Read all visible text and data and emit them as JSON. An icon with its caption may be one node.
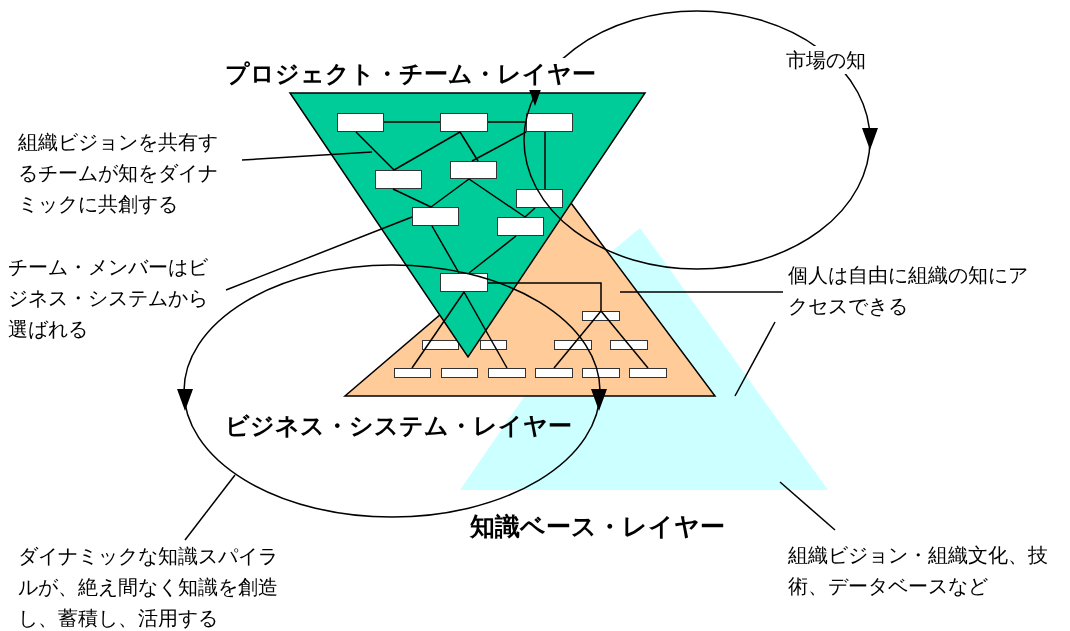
{
  "diagram": {
    "nodes": [
      {
        "text": [
          "プロジェクト・チーム・レイヤー"
        ]
      },
      {
        "text": [],
        "shape": "box",
        "in": 0
      },
      {
        "text": [],
        "shape": "box",
        "in": 0
      },
      {
        "text": [],
        "shape": "box",
        "in": 0
      },
      {
        "text": [],
        "shape": "box",
        "in": 0
      },
      {
        "text": [],
        "shape": "box",
        "in": 0
      },
      {
        "text": [],
        "shape": "box",
        "in": 0
      },
      {
        "text": [],
        "shape": "box",
        "in": 0
      },
      {
        "text": [],
        "shape": "box",
        "in": 0
      },
      {
        "text": [],
        "shape": "box",
        "in": 0
      },
      {
        "text": [
          "ビジネス・システム・レイヤー"
        ]
      },
      {
        "text": [],
        "shape": "box",
        "in": 10
      },
      {
        "text": [],
        "shape": "box",
        "in": 10
      },
      {
        "text": [],
        "shape": "box",
        "in": 10
      },
      {
        "text": [],
        "shape": "box",
        "in": 10
      },
      {
        "text": [],
        "shape": "box",
        "in": 10
      },
      {
        "text": [],
        "shape": "box",
        "in": 10
      },
      {
        "text": [],
        "shape": "box",
        "in": 10
      },
      {
        "text": [],
        "shape": "box",
        "in": 10
      },
      {
        "text": [],
        "shape": "box",
        "in": 10
      },
      {
        "text": [],
        "shape": "box",
        "in": 10
      },
      {
        "text": [],
        "shape": "box",
        "in": 10
      },
      {
        "text": [
          "知識ベース・レイヤー"
        ]
      },
      {
        "text": [
          "組織ビジョンを共有するチームが知をダイナミックに共創する"
        ]
      },
      {
        "text": [
          "チーム・メンバーはビジネス・システムから選ばれる"
        ]
      },
      {
        "text": [
          "個人は自由に組織の知にアクセスできる"
        ]
      },
      {
        "text": [
          "ダイナミックな知識スパイラルが、絶え間なく知識を創造し、蓄積し、活用する"
        ]
      },
      {
        "text": [
          "組織ビジョン・組織文化、技術、データベースなど"
        ]
      }
    ],
    "edges": [
      {
        "from": 1,
        "to": 2,
        "arrow": "none"
      },
      {
        "from": 2,
        "to": 3,
        "arrow": "none"
      },
      {
        "from": 1,
        "to": 5,
        "arrow": "none"
      },
      {
        "from": 2,
        "to": 5,
        "arrow": "none"
      },
      {
        "from": 2,
        "to": 4,
        "arrow": "none"
      },
      {
        "from": 4,
        "to": 3,
        "arrow": "none"
      },
      {
        "from": 3,
        "to": 6,
        "arrow": "none"
      },
      {
        "from": 5,
        "to": 7,
        "arrow": "none"
      },
      {
        "from": 4,
        "to": 7,
        "arrow": "none"
      },
      {
        "from": 4,
        "to": 8,
        "arrow": "none"
      },
      {
        "from": 6,
        "to": 8,
        "arrow": "none"
      },
      {
        "from": 7,
        "to": 9,
        "arrow": "none"
      },
      {
        "from": 8,
        "to": 9,
        "arrow": "none"
      },
      {
        "from": 9,
        "to": 11,
        "arrow": "none"
      },
      {
        "from": 11,
        "to": 19,
        "arrow": "none"
      },
      {
        "from": 11,
        "to": 21,
        "arrow": "none"
      },
      {
        "from": 9,
        "to": 16,
        "arrow": "none"
      },
      {
        "from": 9,
        "to": 18,
        "arrow": "none"
      },
      {
        "from": 23,
        "to": 0,
        "arrow": "none"
      },
      {
        "from": 24,
        "to": 7,
        "arrow": "none"
      },
      {
        "from": 25,
        "to": 10,
        "arrow": "none"
      },
      {
        "from": 25,
        "to": 22,
        "arrow": "none"
      },
      {
        "from": 26,
        "to": null,
        "arrow": "none"
      },
      {
        "from": 27,
        "to": 22,
        "arrow": "none"
      }
    ],
    "labels": [
      "市場の知"
    ]
  }
}
